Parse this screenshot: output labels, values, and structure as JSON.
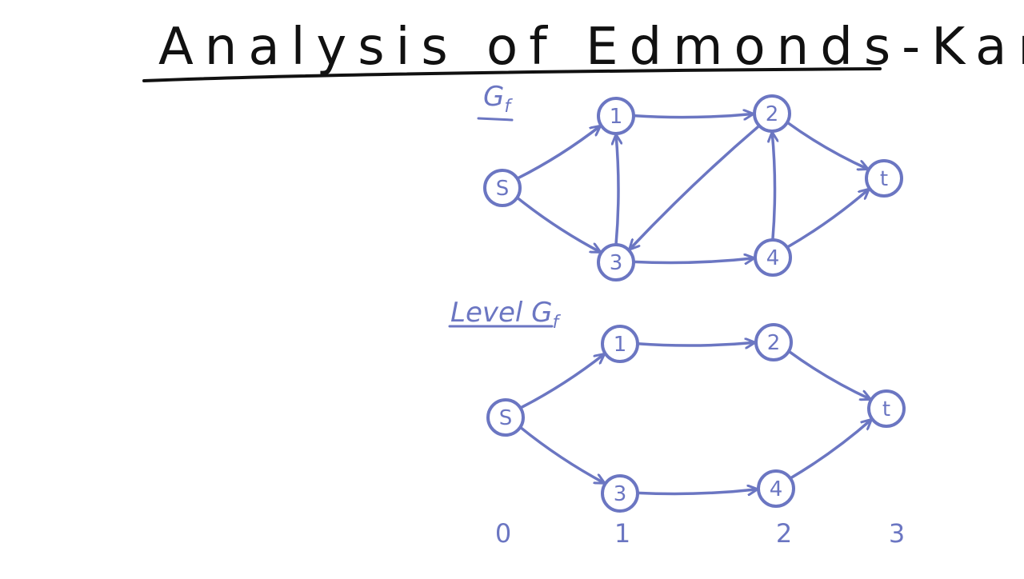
{
  "title": "Analysis of Edmonds-Karp",
  "ink_color": "#6b76c2",
  "title_color": "#111111",
  "graphs": {
    "residual": {
      "label": "Gf",
      "nodes": [
        {
          "id": "s",
          "label": "S"
        },
        {
          "id": "1",
          "label": "1"
        },
        {
          "id": "2",
          "label": "2"
        },
        {
          "id": "3",
          "label": "3"
        },
        {
          "id": "4",
          "label": "4"
        },
        {
          "id": "t",
          "label": "t"
        }
      ],
      "edges": [
        {
          "from": "s",
          "to": "1"
        },
        {
          "from": "s",
          "to": "3"
        },
        {
          "from": "1",
          "to": "2"
        },
        {
          "from": "3",
          "to": "1"
        },
        {
          "from": "2",
          "to": "3"
        },
        {
          "from": "3",
          "to": "4"
        },
        {
          "from": "4",
          "to": "2"
        },
        {
          "from": "2",
          "to": "t"
        },
        {
          "from": "4",
          "to": "t"
        }
      ]
    },
    "level": {
      "label": "Level Gf",
      "nodes": [
        {
          "id": "s",
          "label": "S"
        },
        {
          "id": "1",
          "label": "1"
        },
        {
          "id": "2",
          "label": "2"
        },
        {
          "id": "3",
          "label": "3"
        },
        {
          "id": "4",
          "label": "4"
        },
        {
          "id": "t",
          "label": "t"
        }
      ],
      "edges": [
        {
          "from": "s",
          "to": "1"
        },
        {
          "from": "s",
          "to": "3"
        },
        {
          "from": "1",
          "to": "2"
        },
        {
          "from": "3",
          "to": "4"
        },
        {
          "from": "2",
          "to": "t"
        },
        {
          "from": "4",
          "to": "t"
        }
      ]
    }
  },
  "levels": [
    "0",
    "1",
    "2",
    "3"
  ]
}
